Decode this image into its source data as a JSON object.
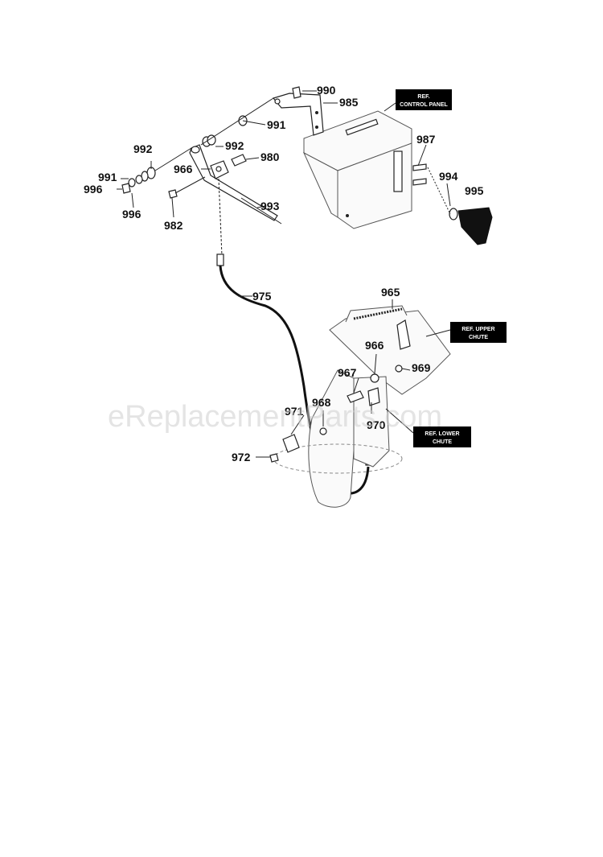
{
  "callouts": {
    "c990": "990",
    "c985": "985",
    "c991a": "991",
    "c992a": "992",
    "c992b": "992",
    "c980": "980",
    "c991b": "991",
    "c996a": "996",
    "c966a": "966",
    "c996b": "996",
    "c993": "993",
    "c982": "982",
    "c987": "987",
    "c994": "994",
    "c995": "995",
    "c975": "975",
    "c965": "965",
    "c966b": "966",
    "c967": "967",
    "c969": "969",
    "c968": "968",
    "c971": "971",
    "c970": "970",
    "c972": "972"
  },
  "ref_boxes": {
    "control_panel": [
      "REF.",
      "CONTROL PANEL"
    ],
    "upper_chute": [
      "REF. UPPER",
      "CHUTE"
    ],
    "lower_chute": [
      "REF. LOWER",
      "CHUTE"
    ]
  },
  "watermark": "eReplacementParts.com",
  "colors": {
    "line": "#222222",
    "label_box": "#000000",
    "watermark": "#cfcfcf"
  }
}
